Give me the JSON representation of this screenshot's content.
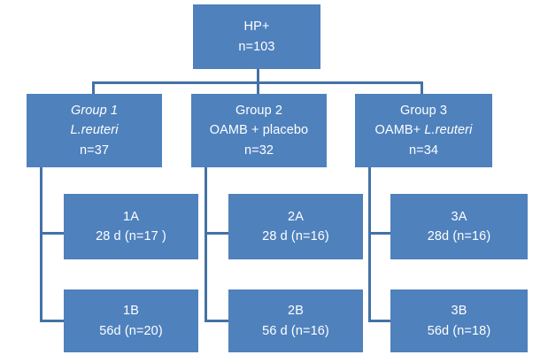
{
  "diagram": {
    "type": "flowchart",
    "title_node": {
      "name": "root",
      "lines": [
        "HP+",
        "n=103"
      ]
    },
    "groups": [
      {
        "name": "group-1",
        "label": "Group 1",
        "treatment": "L.reuteri",
        "count": "n=37",
        "label_italic": true,
        "treatment_italic": true,
        "arms": [
          {
            "name": "arm-1a",
            "label": "1A",
            "detail": "28 d (n=17 )"
          },
          {
            "name": "arm-1b",
            "label": "1B",
            "detail": "56d (n=20)"
          }
        ]
      },
      {
        "name": "group-2",
        "label": "Group 2",
        "treatment": "OAMB + placebo",
        "count": "n=32",
        "label_italic": false,
        "treatment_italic": false,
        "arms": [
          {
            "name": "arm-2a",
            "label": "2A",
            "detail": "28 d (n=16)"
          },
          {
            "name": "arm-2b",
            "label": "2B",
            "detail": "56 d (n=16)"
          }
        ]
      },
      {
        "name": "group-3",
        "label": "Group 3",
        "treatment_prefix": "OAMB+ ",
        "treatment_italic_part": "L.reuteri",
        "count": "n=34",
        "label_italic": false,
        "arms": [
          {
            "name": "arm-3a",
            "label": "3A",
            "detail": "28d (n=16)"
          },
          {
            "name": "arm-3b",
            "label": "3B",
            "detail": "56d (n=18)"
          }
        ]
      }
    ],
    "colors": {
      "box_fill": "#4F81BD",
      "connector": "#4372A5",
      "text": "#FFFFFF",
      "background": "#FFFFFF"
    }
  }
}
